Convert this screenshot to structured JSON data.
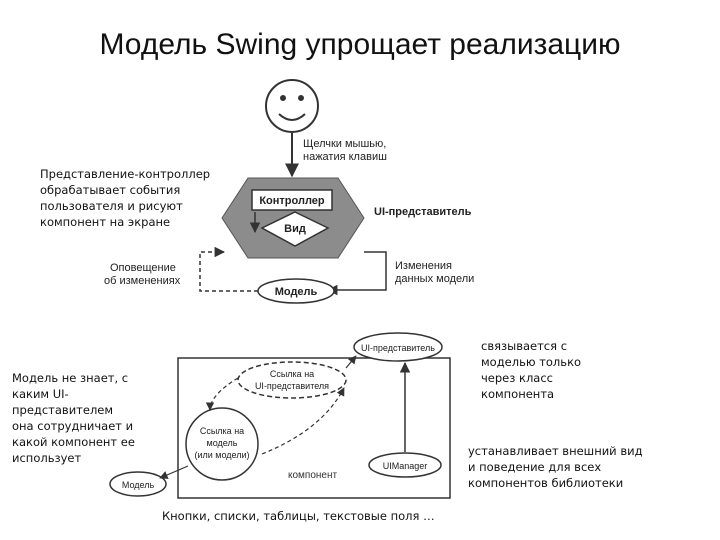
{
  "slide": {
    "title": "Модель Swing упрощает реализацию"
  },
  "notes": {
    "controller_view": "Представление-контроллер\nобрабатывает события\nпользователя и рисуют\nкомпонент на экране",
    "model_unaware": "Модель не знает, с\nкаким UI-\nпредставителем\nона сотрудничает и\nкакой компонент ее\nиспользует",
    "via_component": "связывается с\nмоделью только\nчерез класс\nкомпонента",
    "uimanager_sets": "устанавливает внешний вид\nи поведение для всех\nкомпонентов библиотеки",
    "components_list": "Кнопки, списки, таблицы, текстовые поля …"
  },
  "top_diagram": {
    "mouse_clicks": [
      "Щелчки мышью,",
      "нажатия клавиш"
    ],
    "controller": "Контроллер",
    "view": "Вид",
    "ui_delegate": "UI-представитель",
    "change_notification": [
      "Оповещение",
      "об изменениях"
    ],
    "model_data_changes": [
      "Изменения",
      "данных модели"
    ],
    "model": "Модель"
  },
  "bottom_diagram": {
    "ui_delegate": "UI-представитель",
    "ref_to_delegate": [
      "Ссылка на",
      "UI-представителя"
    ],
    "ref_to_model": [
      "Ссылка на",
      "модель",
      "(или модели)"
    ],
    "component": "компонент",
    "uimanager": "UIManager",
    "model": "Модель"
  },
  "colors": {
    "hexagon_fill": "#8c8c8c",
    "line": "#333333"
  }
}
